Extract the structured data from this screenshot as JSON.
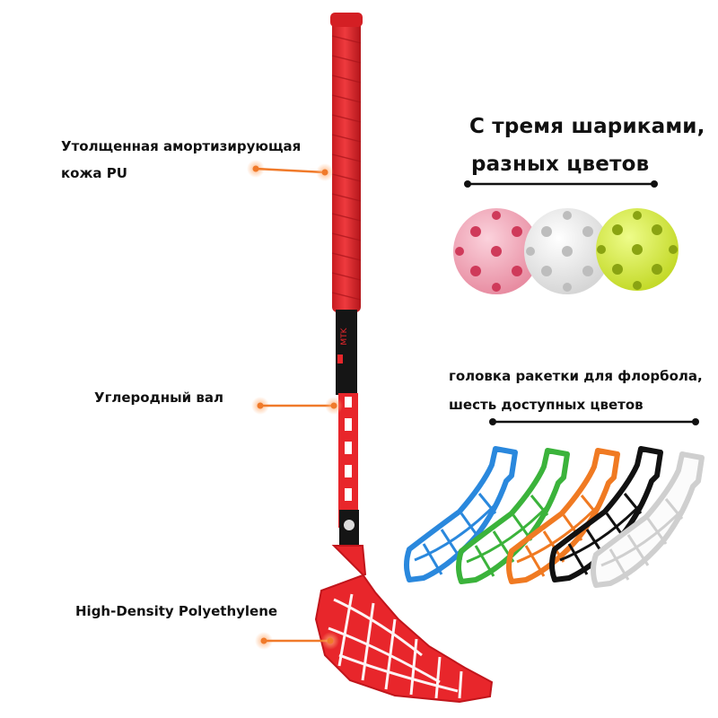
{
  "labels": {
    "grip_line1": "Утолщенная амортизирующая",
    "grip_line2": "кожа PU",
    "shaft": "Углеродный вал",
    "blade": "High-Density Polyethylene"
  },
  "balls_caption": {
    "line1": "С тремя шариками,",
    "line2": "разных цветов"
  },
  "heads_caption": {
    "line1": "головка ракетки для флорбола,",
    "line2": "шесть доступных цветов"
  },
  "shaft_brand": "MTK",
  "colors": {
    "stick_red": "#e8262b",
    "pointer_orange": "#f07a2a",
    "ball_pink": "#f2a3b4",
    "ball_white": "#f1f1f1",
    "ball_yellow": "#d9ee45",
    "head_blue": "#2a88dd",
    "head_green": "#3bb33b",
    "head_orange": "#f07a22",
    "head_black": "#111111",
    "head_white": "#f4f4f4"
  }
}
